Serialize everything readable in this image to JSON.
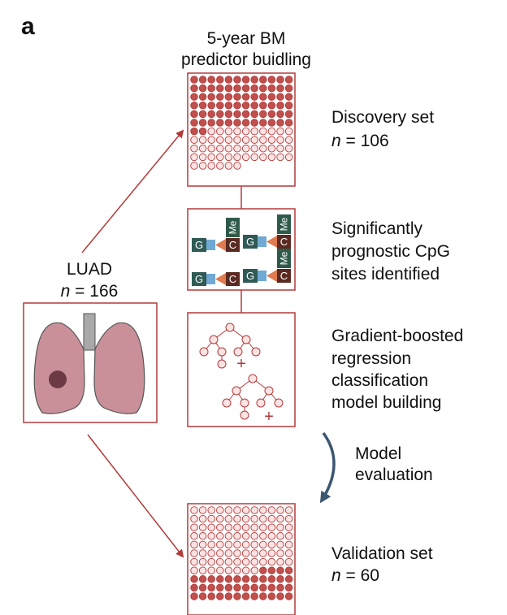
{
  "panel_label": "a",
  "title_line1": "5-year BM",
  "title_line2": "predictor buidling",
  "luad_label": "LUAD",
  "luad_n": "n = 166",
  "discovery_line1": "Discovery set",
  "discovery_n": "n = 106",
  "sites_line1": "Significantly",
  "sites_line2": "prognostic CpG",
  "sites_line3": "sites identified",
  "gbr_line1": "Gradient-boosted",
  "gbr_line2": "regression",
  "gbr_line3": "classification",
  "gbr_line4": "model building",
  "eval_line1": "Model",
  "eval_line2": "evaluation",
  "validation_line1": "Validation set",
  "validation_n": "n = 60",
  "cpg_letters": {
    "g": "G",
    "c": "C",
    "me": "Me"
  },
  "plus_sign": "+",
  "colors": {
    "dark_red": "#b33a3a",
    "dot_fill": "#c0504d",
    "dot_empty": "#fbe3e3",
    "lung": "#c9909a",
    "trachea": "#a9a9a9",
    "tumor": "#6b3a45",
    "g_box": "#2f5a55",
    "blue_arrow": "#6fa9d4",
    "orange_arrow": "#e07a4f",
    "c_box": "#5a2a22",
    "me_box": "#2f5a4a",
    "eval_arrow": "#3b5670"
  }
}
